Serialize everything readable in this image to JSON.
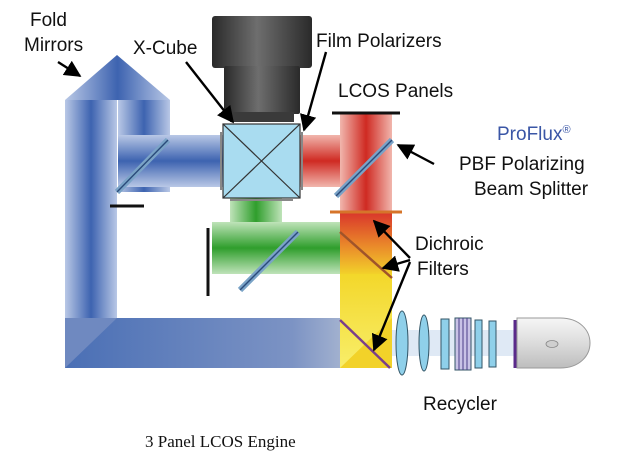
{
  "diagram": {
    "caption": "3 Panel LCOS Engine",
    "labels": {
      "fold_mirrors_line1": "Fold",
      "fold_mirrors_line2": "Mirrors",
      "x_cube": "X-Cube",
      "film_polarizers": "Film Polarizers",
      "lcos_panels": "LCOS Panels",
      "proflux_brand": "ProFlux",
      "proflux_reg": "®",
      "pbf_line1": "PBF Polarizing",
      "pbf_line2": "Beam Splitter",
      "dichroic_line1": "Dichroic",
      "dichroic_line2": "Filters",
      "recycler": "Recycler"
    },
    "colors": {
      "blue_path": "#4a6fb5",
      "green_path": "#3aaa35",
      "red_path": "#d9352b",
      "yellow_path": "#f4e21e",
      "orange_path": "#e8842a",
      "lens_barrel": "#444444",
      "brand_blue": "#3a56a6",
      "glass": "#8fd0ea"
    }
  }
}
